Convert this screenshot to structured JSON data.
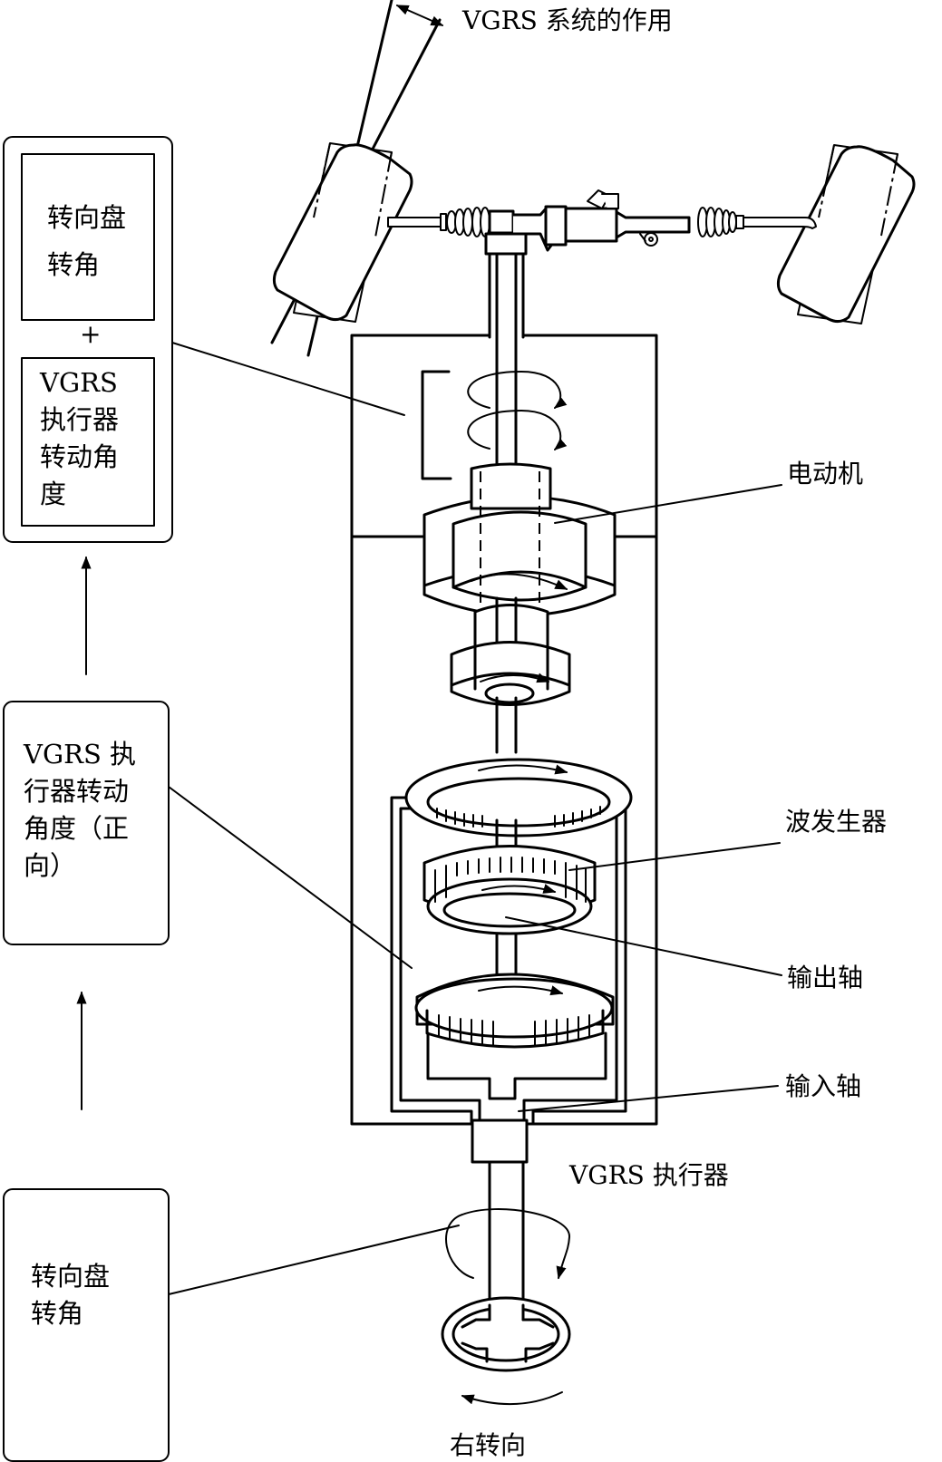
{
  "diagram": {
    "title_label": "VGRS 系统的作用",
    "left_panel": {
      "top_box": {
        "upper_label": [
          "转向盘",
          "转角"
        ],
        "plus_sign": "+",
        "lower_label": [
          "VGRS",
          "执行器",
          "转动角",
          "度"
        ]
      },
      "middle_box": {
        "label": [
          "VGRS 执",
          "行器转动",
          "角度（正",
          "向）"
        ]
      },
      "bottom_box": {
        "label": [
          "转向盘",
          "转角"
        ]
      }
    },
    "component_labels": {
      "motor": "电动机",
      "wave_generator": "波发生器",
      "output_shaft": "输出轴",
      "input_shaft": "输入轴",
      "actuator": "VGRS 执行器",
      "turn_direction": "右转向"
    }
  }
}
